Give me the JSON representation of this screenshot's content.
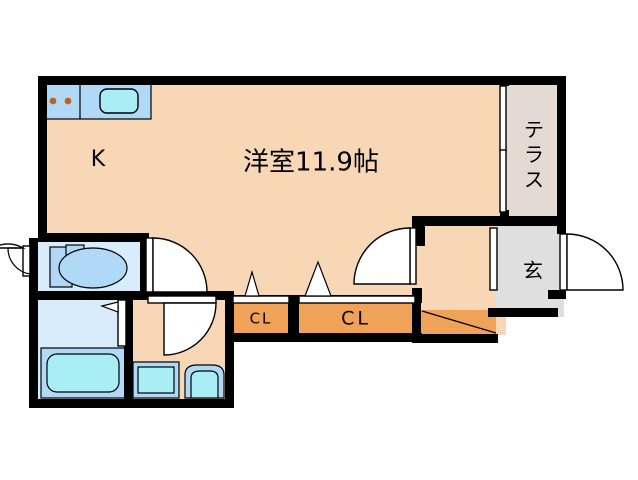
{
  "document": {
    "type": "floor-plan",
    "title": "Apartment floor plan 1K",
    "background_color": "#FFFFFF"
  },
  "palette": {
    "wall": "#000000",
    "room_floor": "#F7D7B6",
    "terrace_floor": "#E3DAD3",
    "genkan_floor": "#DFDFDF",
    "closet_floor": "#F0A259",
    "wet_area_floor": "#D8ECFB",
    "fixture_fill": "#AFD9F7",
    "water_fill": "#A9EEF5",
    "burner": "#C2601F"
  },
  "rooms": [
    {
      "key": "living",
      "label": "洋室11.9帖",
      "meaning": "Western-style room 11.9 tatami mats",
      "size_value": "11.9",
      "size_unit": "帖"
    },
    {
      "key": "kitchen",
      "label": "K",
      "meaning": "Kitchen"
    },
    {
      "key": "terrace",
      "label": "テラス",
      "meaning": "Terrace"
    },
    {
      "key": "genkan",
      "label": "玄",
      "meaning": "Entrance / Genkan"
    },
    {
      "key": "closet_small",
      "label": "CL",
      "meaning": "Closet"
    },
    {
      "key": "closet_large",
      "label": "CL",
      "meaning": "Closet"
    }
  ],
  "fixtures": [
    {
      "key": "stove",
      "name": "two-burner-stove",
      "room": "kitchen"
    },
    {
      "key": "kitchen_sink",
      "name": "kitchen-sink",
      "room": "kitchen"
    },
    {
      "key": "toilet",
      "name": "toilet-bowl",
      "room": "toilet"
    },
    {
      "key": "toilet_tank",
      "name": "toilet-tank",
      "room": "toilet"
    },
    {
      "key": "bathtub",
      "name": "bathtub",
      "room": "bathroom"
    },
    {
      "key": "washer",
      "name": "washing-machine-pan",
      "room": "washroom"
    },
    {
      "key": "vanity",
      "name": "wash-basin",
      "room": "washroom"
    }
  ],
  "openings": [
    {
      "key": "entrance_door",
      "name": "entrance-door",
      "swing": "outward"
    },
    {
      "key": "genkan_inner_door",
      "name": "hall-door",
      "swing": "inward"
    },
    {
      "key": "room_door",
      "name": "room-door",
      "swing": "inward"
    },
    {
      "key": "toilet_door",
      "name": "toilet-door",
      "swing": "inward"
    },
    {
      "key": "bath_door",
      "name": "bathroom-door",
      "swing": "sliding"
    },
    {
      "key": "washroom_door",
      "name": "washroom-door",
      "swing": "inward"
    },
    {
      "key": "toilet_window",
      "name": "toilet-window",
      "swing": "outward"
    },
    {
      "key": "terrace_window",
      "name": "terrace-sliding-window",
      "swing": "sliding"
    },
    {
      "key": "closet_small_door",
      "name": "closet-folding-door-small",
      "swing": "folding"
    },
    {
      "key": "closet_large_door",
      "name": "closet-folding-door-large",
      "swing": "folding"
    },
    {
      "key": "agarikamachi",
      "name": "entrance-step",
      "swing": "none"
    }
  ]
}
